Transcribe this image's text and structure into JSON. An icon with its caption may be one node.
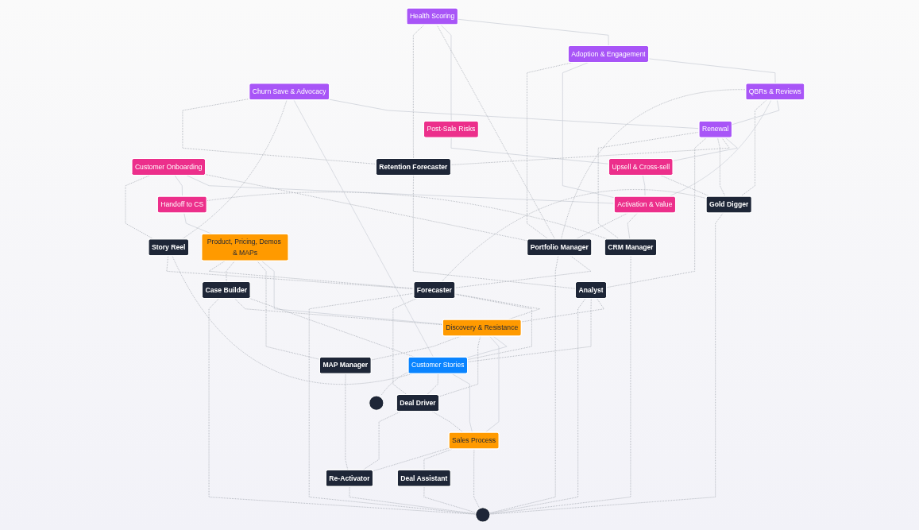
{
  "diagram": {
    "nodes": [
      {
        "text": [
          "Health Scoring"
        ]
      },
      {
        "text": [
          "Adoption & Engagement"
        ]
      },
      {
        "text": [
          "Post-Sale Risks"
        ]
      },
      {
        "text": [
          "QBRs & Reviews"
        ]
      },
      {
        "text": [
          "Churn Save & Advocacy"
        ]
      },
      {
        "text": [
          "Renewal"
        ]
      },
      {
        "text": [
          "Upsell & Cross-sell"
        ]
      },
      {
        "text": [
          "Customer Onboarding"
        ]
      },
      {
        "text": [
          "Handoff to CS"
        ]
      },
      {
        "text": [
          "Retention Forecaster"
        ]
      },
      {
        "text": [
          "Product, Pricing, Demos & MAPs"
        ]
      },
      {
        "text": [
          "Activation & Value"
        ]
      },
      {
        "text": [
          "Story Reel"
        ]
      },
      {
        "text": [
          "Portfolio Manager"
        ]
      },
      {
        "text": [
          "Gold Digger"
        ]
      },
      {
        "text": [
          "Case Builder"
        ]
      },
      {
        "text": [
          "Forecaster"
        ]
      },
      {
        "text": [
          "Analyst"
        ]
      },
      {
        "text": [
          "Discovery & Resistance"
        ]
      },
      {
        "text": [
          "Customer Stories"
        ]
      },
      {
        "text": [
          "Deal Driver"
        ]
      },
      {
        "text": [
          "MAP Manager"
        ]
      },
      {
        "text": [
          "CRM Manager"
        ]
      },
      {
        "text": [
          "Sales Process"
        ]
      },
      {
        "text": [
          "Re-Activator"
        ]
      },
      {
        "text": [
          "Deal Assistant"
        ]
      },
      {
        "text": [],
        "shape": "circle"
      },
      {
        "text": [],
        "shape": "circle"
      }
    ],
    "edges": [
      {
        "from": 0,
        "to": 1,
        "arrow": "none",
        "color": "#cbd0d8"
      },
      {
        "from": 0,
        "to": 2,
        "arrow": "none",
        "color": "#cbd0d8"
      },
      {
        "from": 1,
        "to": 3,
        "arrow": "none",
        "color": "#cbd0d8"
      },
      {
        "from": 1,
        "to": 11,
        "arrow": "none",
        "color": "#cbd0d8"
      },
      {
        "from": 2,
        "to": 6,
        "arrow": "none",
        "color": "#cbd0d8"
      },
      {
        "from": 4,
        "to": 5,
        "arrow": "none",
        "color": "#cbd0d8"
      },
      {
        "from": 3,
        "to": 5,
        "arrow": "none",
        "color": "#cbd0d8"
      },
      {
        "from": 5,
        "to": 6,
        "arrow": "none",
        "color": "#cbd0d8"
      },
      {
        "from": 3,
        "to": 11,
        "arrow": "none",
        "color": "#cbd0d8"
      },
      {
        "from": 6,
        "to": 11,
        "arrow": "none",
        "color": "#cbd0d8"
      },
      {
        "from": 7,
        "to": 11,
        "arrow": "none",
        "color": "#cbd0d8"
      },
      {
        "from": 7,
        "to": 8,
        "arrow": "none",
        "color": "#cbd0d8"
      },
      {
        "from": 8,
        "to": 10,
        "arrow": "none",
        "color": "#cbd0d8"
      },
      {
        "from": 4,
        "to": 19,
        "arrow": "none",
        "color": "#cbd0d8"
      },
      {
        "from": 10,
        "to": 18,
        "arrow": "none",
        "color": "#cbd0d8"
      },
      {
        "from": 18,
        "to": 19,
        "arrow": "none",
        "color": "#cbd0d8"
      },
      {
        "from": 18,
        "to": 23,
        "arrow": "none",
        "color": "#cbd0d8"
      },
      {
        "from": 19,
        "to": 23,
        "arrow": "none",
        "color": "#cbd0d8"
      },
      {
        "from": 0,
        "to": 9,
        "arrow": "none",
        "style": "dashed"
      },
      {
        "from": 0,
        "to": 13,
        "arrow": "none",
        "style": "dashed"
      },
      {
        "from": 4,
        "to": 12,
        "arrow": "none",
        "style": "dashed"
      },
      {
        "from": 4,
        "to": 9,
        "arrow": "none",
        "style": "dashed"
      },
      {
        "from": 5,
        "to": 9,
        "arrow": "none",
        "style": "dashed"
      },
      {
        "from": 5,
        "to": 14,
        "arrow": "none",
        "style": "dashed"
      },
      {
        "from": 5,
        "to": 17,
        "arrow": "none",
        "style": "dashed"
      },
      {
        "from": 5,
        "to": 22,
        "arrow": "none",
        "style": "dashed"
      },
      {
        "from": 1,
        "to": 13,
        "arrow": "none",
        "style": "dashed"
      },
      {
        "from": 3,
        "to": 13,
        "arrow": "none",
        "style": "dashed"
      },
      {
        "from": 3,
        "to": 14,
        "arrow": "none",
        "style": "dashed"
      },
      {
        "from": 6,
        "to": 14,
        "arrow": "none",
        "style": "dashed"
      },
      {
        "from": 7,
        "to": 13,
        "arrow": "none",
        "style": "dashed"
      },
      {
        "from": 7,
        "to": 12,
        "arrow": "none",
        "style": "dashed"
      },
      {
        "from": 8,
        "to": 22,
        "arrow": "none",
        "style": "dashed"
      },
      {
        "from": 11,
        "to": 13,
        "arrow": "none",
        "style": "dashed"
      },
      {
        "from": 11,
        "to": 22,
        "arrow": "none",
        "style": "dashed"
      },
      {
        "from": 9,
        "to": 17,
        "arrow": "none",
        "style": "dashed"
      },
      {
        "from": 10,
        "to": 21,
        "arrow": "none",
        "style": "dashed"
      },
      {
        "from": 10,
        "to": 15,
        "arrow": "none",
        "style": "dashed"
      },
      {
        "from": 10,
        "to": 16,
        "arrow": "none",
        "style": "dashed"
      },
      {
        "from": 12,
        "to": 19,
        "arrow": "none",
        "style": "dashed"
      },
      {
        "from": 12,
        "to": 16,
        "arrow": "none",
        "style": "dashed"
      },
      {
        "from": 14,
        "to": 16,
        "arrow": "none",
        "style": "dashed"
      },
      {
        "from": 13,
        "to": 16,
        "arrow": "none",
        "style": "dashed"
      },
      {
        "from": 15,
        "to": 18,
        "arrow": "none",
        "style": "dashed"
      },
      {
        "from": 15,
        "to": 19,
        "arrow": "none",
        "style": "dashed"
      },
      {
        "from": 15,
        "to": 26,
        "arrow": "none",
        "style": "dashed"
      },
      {
        "from": 16,
        "to": 18,
        "arrow": "none",
        "style": "dashed"
      },
      {
        "from": 17,
        "to": 18,
        "arrow": "none",
        "style": "dashed"
      },
      {
        "from": 16,
        "to": 19,
        "arrow": "none",
        "style": "dashed"
      },
      {
        "from": 17,
        "to": 19,
        "arrow": "none",
        "style": "dashed"
      },
      {
        "from": 16,
        "to": 20,
        "arrow": "none",
        "style": "dashed"
      },
      {
        "from": 16,
        "to": 26,
        "arrow": "none",
        "style": "dashed"
      },
      {
        "from": 17,
        "to": 26,
        "arrow": "none",
        "style": "dashed"
      },
      {
        "from": 14,
        "to": 26,
        "arrow": "none",
        "style": "dashed"
      },
      {
        "from": 13,
        "to": 26,
        "arrow": "none",
        "style": "dashed"
      },
      {
        "from": 22,
        "to": 26,
        "arrow": "none",
        "style": "dashed"
      },
      {
        "from": 18,
        "to": 20,
        "arrow": "none",
        "style": "dashed"
      },
      {
        "from": 18,
        "to": 21,
        "arrow": "none",
        "style": "dashed"
      },
      {
        "from": 19,
        "to": 20,
        "arrow": "none",
        "style": "dashed"
      },
      {
        "from": 21,
        "to": 24,
        "arrow": "none",
        "style": "dashed"
      },
      {
        "from": 23,
        "to": 24,
        "arrow": "none",
        "style": "dashed"
      },
      {
        "from": 23,
        "to": 26,
        "arrow": "none",
        "style": "dashed"
      },
      {
        "from": 23,
        "to": 25,
        "arrow": "none",
        "style": "dashed"
      },
      {
        "from": 20,
        "to": 23,
        "arrow": "none",
        "style": "dashed"
      },
      {
        "from": 20,
        "to": 24,
        "arrow": "none",
        "style": "dashed"
      },
      {
        "from": 24,
        "to": 26,
        "arrow": "none",
        "style": "dashed"
      },
      {
        "from": 25,
        "to": 26,
        "arrow": "none",
        "style": "dashed"
      },
      {
        "from": 19,
        "to": 27,
        "arrow": "none",
        "style": "dashed"
      }
    ]
  }
}
